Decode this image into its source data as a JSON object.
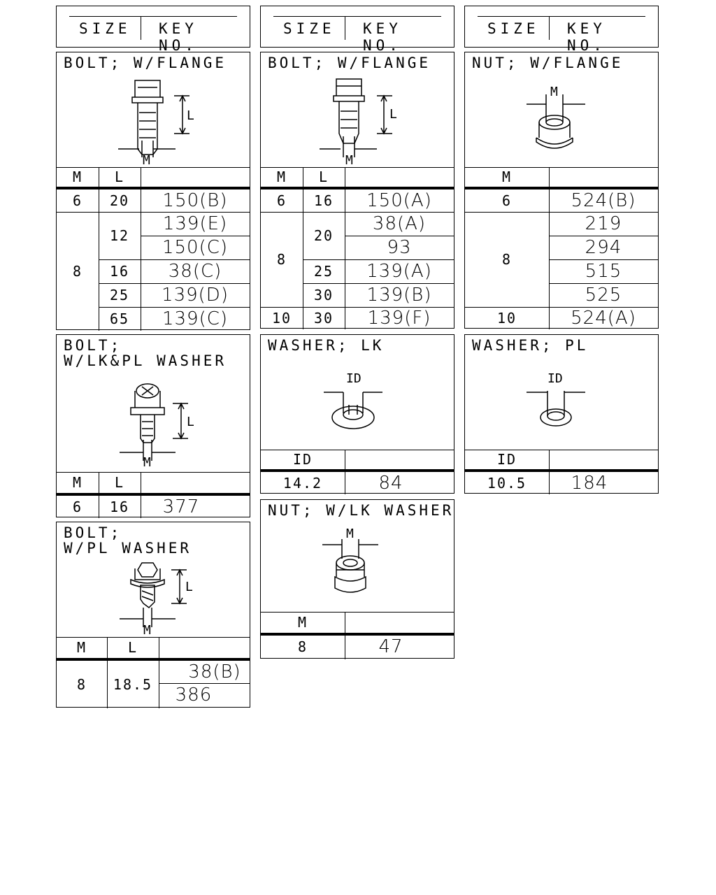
{
  "headers": [
    {
      "size": "SIZE",
      "key": "KEY NO."
    },
    {
      "size": "SIZE",
      "key": "KEY NO."
    },
    {
      "size": "SIZE",
      "key": "KEY NO."
    }
  ],
  "bolt_flange_1": {
    "title": "BOLT; W/FLANGE",
    "dim_l": "L",
    "dim_m": "M",
    "col_m": "M",
    "col_l": "L",
    "rows": [
      {
        "m": "6",
        "l": "20",
        "key": "150(B)"
      },
      {
        "m": "8",
        "l": "12",
        "key": "139(E)"
      },
      {
        "key": "150(C)"
      },
      {
        "l": "16",
        "key": "38(C)"
      },
      {
        "l": "25",
        "key": "139(D)"
      },
      {
        "l": "65",
        "key": "139(C)"
      }
    ]
  },
  "bolt_flange_2": {
    "title": "BOLT; W/FLANGE",
    "dim_l": "L",
    "dim_m": "M",
    "col_m": "M",
    "col_l": "L",
    "rows": [
      {
        "m": "6",
        "l": "16",
        "key": "150(A)"
      },
      {
        "m": "8",
        "l": "20",
        "key": "38(A)"
      },
      {
        "key": "93"
      },
      {
        "l": "25",
        "key": "139(A)"
      },
      {
        "l": "30",
        "key": "139(B)"
      },
      {
        "m": "10",
        "l": "30",
        "key": "139(F)"
      }
    ]
  },
  "nut_flange": {
    "title": "NUT; W/FLANGE",
    "dim_m": "M",
    "col_m": "M",
    "rows": [
      {
        "m": "6",
        "key": "524(B)"
      },
      {
        "m": "8",
        "key": "219"
      },
      {
        "key": "294"
      },
      {
        "key": "515"
      },
      {
        "key": "525"
      },
      {
        "m": "10",
        "key": "524(A)"
      }
    ]
  },
  "bolt_lk_pl": {
    "title": "BOLT;\nW/LK&PL WASHER",
    "dim_l": "L",
    "dim_m": "M",
    "col_m": "M",
    "col_l": "L",
    "rows": [
      {
        "m": "6",
        "l": "16",
        "key": "377"
      }
    ]
  },
  "washer_lk": {
    "title": "WASHER; LK",
    "dim_id": "ID",
    "col_id": "ID",
    "rows": [
      {
        "id": "14.2",
        "key": "84"
      }
    ]
  },
  "washer_pl": {
    "title": "WASHER; PL",
    "dim_id": "ID",
    "col_id": "ID",
    "rows": [
      {
        "id": "10.5",
        "key": "184"
      }
    ]
  },
  "bolt_pl": {
    "title": "BOLT;\nW/PL WASHER",
    "dim_l": "L",
    "dim_m": "M",
    "col_m": "M",
    "col_l": "L",
    "rows": [
      {
        "m": "8",
        "l": "18.5",
        "key": "38(B)"
      },
      {
        "key": "386"
      }
    ]
  },
  "nut_lk": {
    "title": "NUT; W/LK WASHER",
    "dim_m": "M",
    "col_m": "M",
    "rows": [
      {
        "m": "8",
        "key": "47"
      }
    ]
  }
}
